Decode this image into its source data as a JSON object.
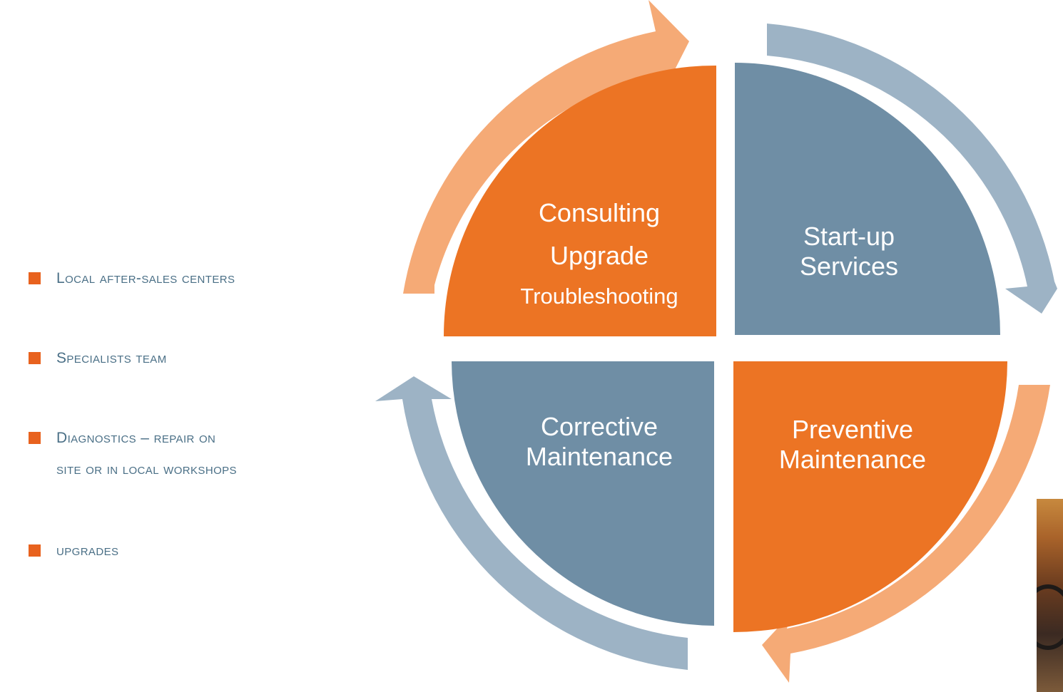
{
  "bullets": [
    {
      "text": "Local after-sales centers"
    },
    {
      "text": "Specialists team"
    },
    {
      "text": "Diagnostics – repair on",
      "text2": "site or in local workshops"
    },
    {
      "text": "upgrades"
    }
  ],
  "quadrants": {
    "top_left": {
      "lines": [
        "Consulting",
        "Upgrade",
        "Troubleshooting"
      ],
      "color": "#ec7424"
    },
    "top_right": {
      "lines": [
        "Start-up",
        "Services"
      ],
      "color": "#6f8ea5"
    },
    "bottom_left": {
      "lines": [
        "Corrective",
        "Maintenance"
      ],
      "color": "#6f8ea5"
    },
    "bottom_right": {
      "lines": [
        "Preventive",
        "Maintenance"
      ],
      "color": "#ec7424"
    }
  },
  "arrows": {
    "orange_light": "#f5aa76",
    "blue_light": "#9db3c5"
  },
  "photo": {
    "icon": "equipment-photo"
  }
}
